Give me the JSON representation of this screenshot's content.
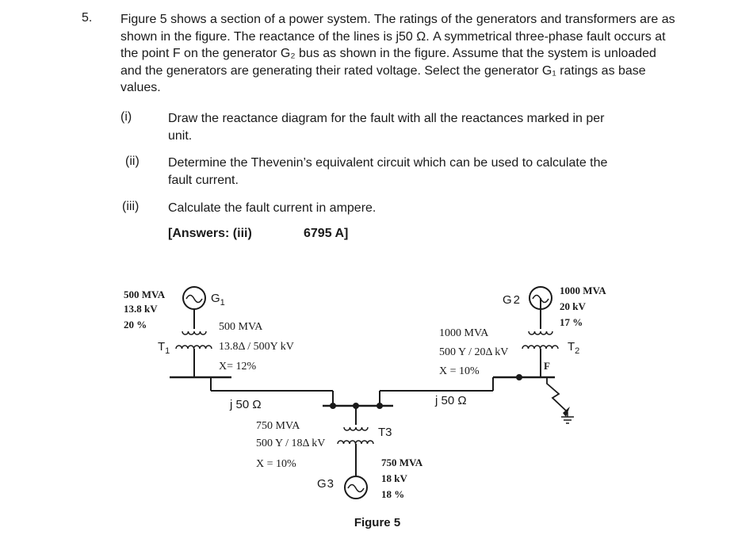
{
  "question": {
    "number": "5.",
    "text": "Figure 5 shows a section of a power system. The ratings of the generators and transformers are as shown in the figure. The reactance of the lines is j50 Ω. A symmetrical three-phase fault occurs at the point F on the generator G₂ bus as shown in the figure. Assume that the system is unloaded and the generators are generating their rated voltage. Select the generator G₁ ratings as base values.",
    "items": [
      {
        "num": "(i)",
        "text": "Draw the reactance diagram for the fault with all the reactances marked in per unit."
      },
      {
        "num": "(ii)",
        "text": "Determine the Thevenin’s equivalent circuit which can be used to calculate the fault current."
      },
      {
        "num": "(iii)",
        "text": "Calculate the fault current in ampere."
      }
    ],
    "answers_label": "[Answers: (iii)",
    "answers_value": "6795 A]"
  },
  "figure": {
    "caption": "Figure 5",
    "g1": {
      "name": "G",
      "sub": "1",
      "mva": "500 MVA",
      "kv": "13.8 kV",
      "x": "20 %"
    },
    "t1": {
      "name": "T",
      "sub": "1",
      "mva": "500 MVA",
      "kv": "13.8Δ / 500Y kV",
      "x": "X= 12%"
    },
    "g2": {
      "name": "G",
      "sub": "2",
      "mva": "1000 MVA",
      "kv": "20 kV",
      "x": "17 %"
    },
    "t2": {
      "name": "T",
      "sub": "2",
      "mva": "1000 MVA",
      "kv": "500 Y / 20Δ kV",
      "x": "X = 10%"
    },
    "g3": {
      "name": "G",
      "sub": "3",
      "mva": "750 MVA",
      "kv": "18 kV",
      "x": "18 %"
    },
    "t3": {
      "name": "T3",
      "mva": "750 MVA",
      "kv": "500 Y / 18Δ kV",
      "x": "X = 10%"
    },
    "line_left": "j 50 Ω",
    "line_right": "j 50 Ω",
    "fault": "F"
  }
}
